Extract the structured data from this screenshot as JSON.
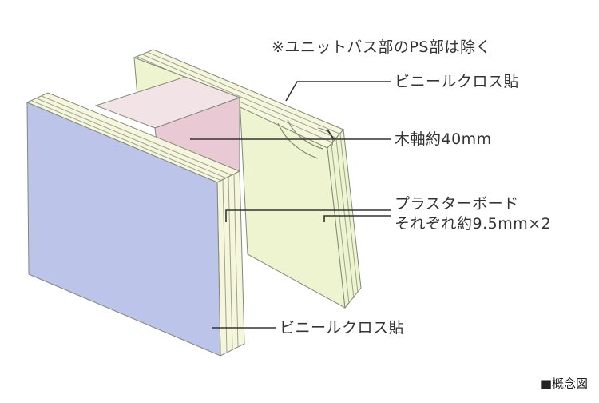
{
  "note": "※ユニットバス部のPS部は除く",
  "labels": {
    "vinyl_cloth_top": "ビニールクロス貼",
    "wood_stud": "木軸約40mm",
    "plasterboard_line1": "プラスターボード",
    "plasterboard_line2": "それぞれ約9.5mm×2",
    "vinyl_cloth_bottom": "ビニールクロス貼"
  },
  "caption": "■概念図",
  "colors": {
    "front_panel": "#bcc4ea",
    "back_panel": "#eef4cf",
    "stud_top": "#f2e3e6",
    "stud_face": "#e9c9d4",
    "board_edge": "#f6f6dc",
    "outline": "#7f8a78",
    "leader_line": "#333333"
  }
}
